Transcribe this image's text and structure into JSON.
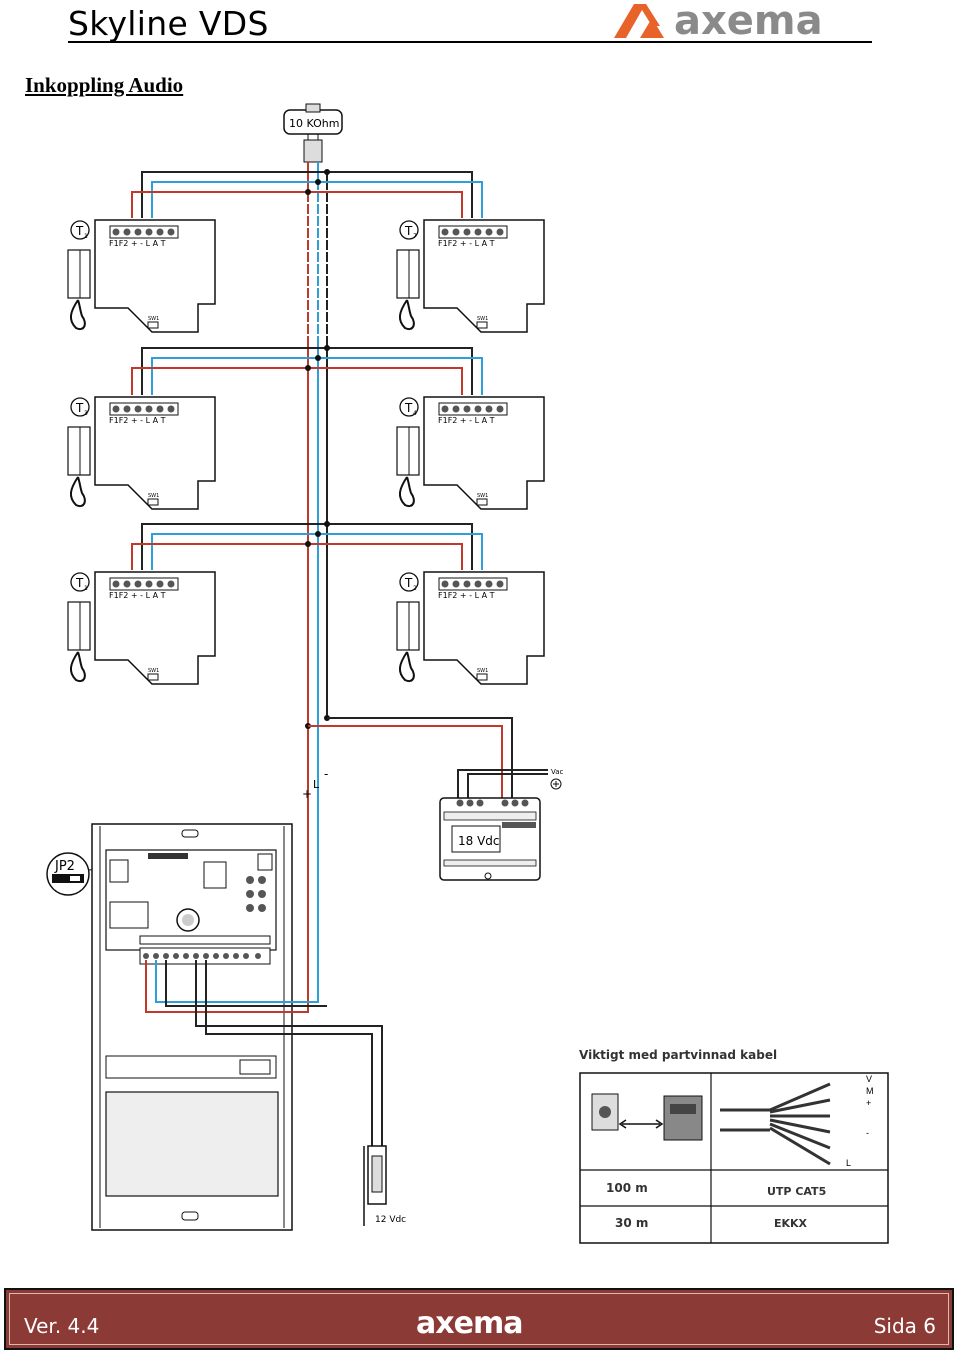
{
  "header": {
    "title": "Skyline VDS",
    "logo": "axema"
  },
  "section_title": "Inkoppling Audio",
  "diagram": {
    "resistor_label": "10 KOhm",
    "terminal_labels": "F1F2 + - L A T",
    "switch_label": "SW1",
    "units": [
      {
        "badge": "T",
        "sub": "1"
      },
      {
        "badge": "T",
        "sub": "7"
      },
      {
        "badge": "T",
        "sub": "3"
      },
      {
        "badge": "T",
        "sub": "4"
      },
      {
        "badge": "T",
        "sub": "1"
      },
      {
        "badge": "T",
        "sub": "2"
      }
    ],
    "bus_labels": {
      "plus": "+",
      "minus": "-",
      "l": "L"
    },
    "power_supply": {
      "label": "18 Vdc",
      "vac": "Vac"
    },
    "jumper": "JP2",
    "lock_label": "12 Vdc",
    "cable_box": {
      "title": "Viktigt med partvinnad kabel",
      "wires": [
        "V",
        "M",
        "+",
        "-",
        "L"
      ],
      "rows": [
        {
          "distance": "100 m",
          "cable": "UTP CAT5"
        },
        {
          "distance": "30 m",
          "cable": "EKKX"
        }
      ]
    },
    "colors": {
      "red": "#c0392b",
      "blue": "#2e9fd8",
      "black": "#222222"
    }
  },
  "footer": {
    "version": "Ver. 4.4",
    "logo": "axema",
    "page": "Sida 6"
  }
}
